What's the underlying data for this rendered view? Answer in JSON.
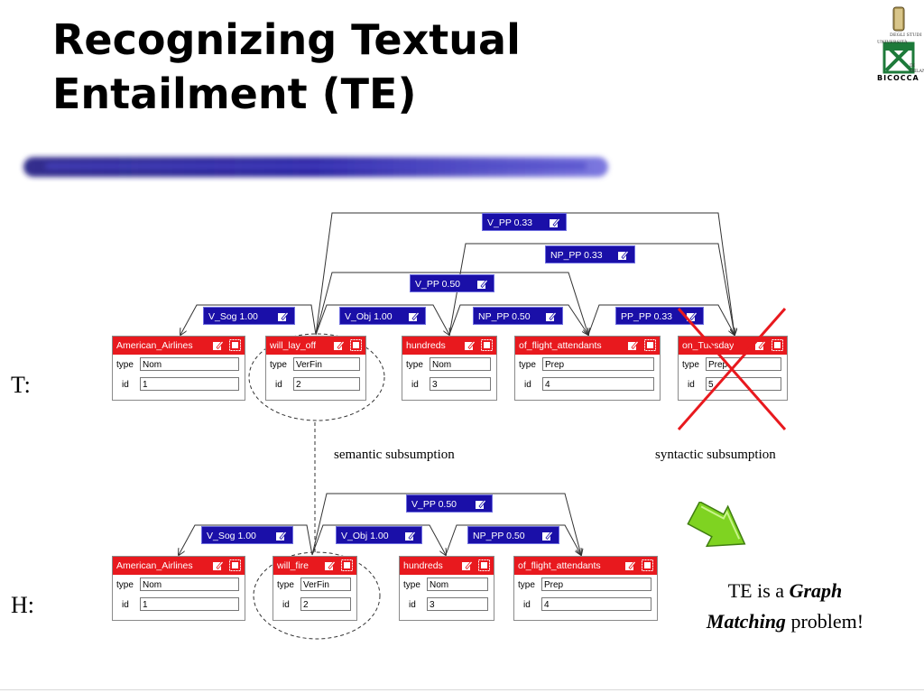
{
  "slide": {
    "title_line1": "Recognizing Textual",
    "title_line2": "Entailment (TE)",
    "label_T": "T:",
    "label_H": "H:",
    "note_semantic": "semantic subsumption",
    "note_syntactic": "syntactic subsumption",
    "conclusion": {
      "pre": "TE is a ",
      "graph": "Graph",
      "matching": "Matching",
      "post": " problem!"
    },
    "logo": {
      "name": "BICOCCA",
      "side_left": "UNIVERSITÀ",
      "side_top": "DEGLI STUDI",
      "side_right": "DI MILANO"
    }
  },
  "colors": {
    "node_header": "#e8191e",
    "edge_label": "#1a0fa8",
    "title_stroke": "#2a23a0",
    "cross": "#e8191e",
    "arrow_green": "#7fd321"
  },
  "T": {
    "nodes": [
      {
        "name": "American_Airlines",
        "type_label": "type",
        "type": "Nom",
        "id_label": "id",
        "id": "1"
      },
      {
        "name": "will_lay_off",
        "type_label": "type",
        "type": "VerFin",
        "id_label": "id",
        "id": "2"
      },
      {
        "name": "hundreds",
        "type_label": "type",
        "type": "Nom",
        "id_label": "id",
        "id": "3"
      },
      {
        "name": "of_flight_attendants",
        "type_label": "type",
        "type": "Prep",
        "id_label": "id",
        "id": "4"
      },
      {
        "name": "on_Tuesday",
        "type_label": "type",
        "type": "Prep",
        "id_label": "id",
        "id": "5"
      }
    ],
    "edges": [
      {
        "label": "V_PP 0.33"
      },
      {
        "label": "NP_PP 0.33"
      },
      {
        "label": "V_PP 0.50"
      },
      {
        "label": "V_Sog 1.00"
      },
      {
        "label": "V_Obj 1.00"
      },
      {
        "label": "NP_PP 0.50"
      },
      {
        "label": "PP_PP 0.33"
      }
    ]
  },
  "H": {
    "nodes": [
      {
        "name": "American_Airlines",
        "type_label": "type",
        "type": "Nom",
        "id_label": "id",
        "id": "1"
      },
      {
        "name": "will_fire",
        "type_label": "type",
        "type": "VerFin",
        "id_label": "id",
        "id": "2"
      },
      {
        "name": "hundreds",
        "type_label": "type",
        "type": "Nom",
        "id_label": "id",
        "id": "3"
      },
      {
        "name": "of_flight_attendants",
        "type_label": "type",
        "type": "Prep",
        "id_label": "id",
        "id": "4"
      }
    ],
    "edges": [
      {
        "label": "V_PP 0.50"
      },
      {
        "label": "V_Sog 1.00"
      },
      {
        "label": "V_Obj 1.00"
      },
      {
        "label": "NP_PP 0.50"
      }
    ]
  }
}
